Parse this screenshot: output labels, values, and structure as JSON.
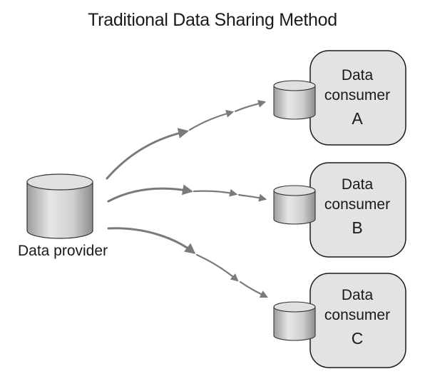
{
  "title": "Traditional Data Sharing Method",
  "provider": {
    "label": "Data provider",
    "icon": "database-cylinder-icon"
  },
  "consumers": [
    {
      "line1": "Data",
      "line2": "consumer",
      "letter": "A"
    },
    {
      "line1": "Data",
      "line2": "consumer",
      "letter": "B"
    },
    {
      "line1": "Data",
      "line2": "consumer",
      "letter": "C"
    }
  ],
  "colors": {
    "box_fill": "#e3e3e3",
    "box_stroke": "#1a1a1a",
    "arrow": "#7a7a7a",
    "cylinder": "#d0d0d0"
  }
}
